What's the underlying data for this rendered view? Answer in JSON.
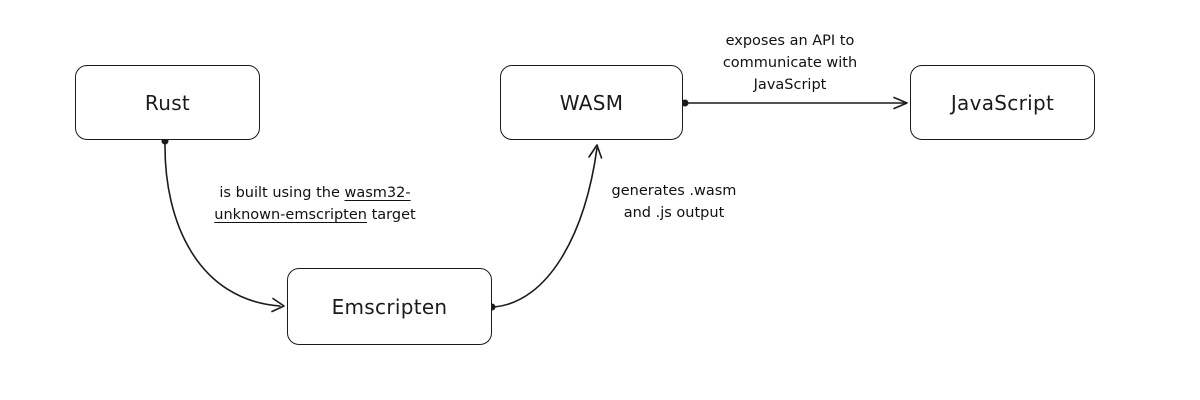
{
  "colors": {
    "stroke": "#1b1b1b",
    "background": "#ffffff"
  },
  "nodes": {
    "rust": {
      "label": "Rust"
    },
    "wasm": {
      "label": "WASM"
    },
    "javascript": {
      "label": "JavaScript"
    },
    "emscripten": {
      "label": "Emscripten"
    }
  },
  "edges": {
    "rust_to_emscripten": {
      "from": "Rust",
      "to": "Emscripten",
      "label_prefix": "is built using the ",
      "label_underlined": "wasm32-unknown-emscripten",
      "label_suffix": " target"
    },
    "emscripten_to_wasm": {
      "from": "Emscripten",
      "to": "WASM",
      "label": "generates .wasm and .js output"
    },
    "wasm_to_javascript": {
      "from": "WASM",
      "to": "JavaScript",
      "label": "exposes an API to communicate with JavaScript"
    }
  }
}
